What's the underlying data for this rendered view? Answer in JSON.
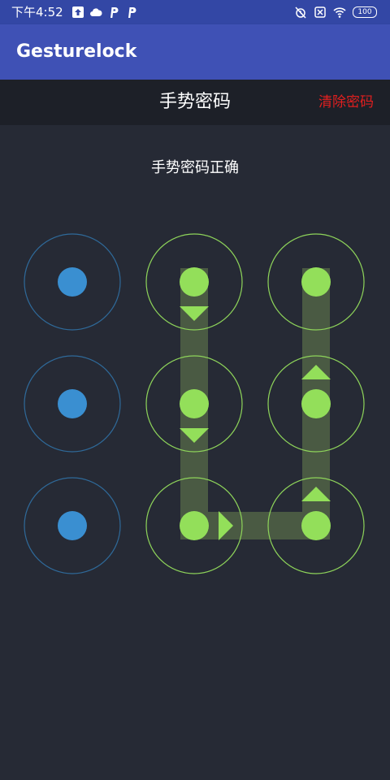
{
  "status_bar": {
    "time": "下午4:52",
    "battery": "100",
    "left_icons": [
      "upload-icon",
      "cloud-icon",
      "p-app-icon",
      "p-app-icon"
    ],
    "right_icons": [
      "alarm-off-icon",
      "sim-disabled-icon",
      "wifi-icon",
      "battery-icon"
    ]
  },
  "app_bar": {
    "title": "Gesturelock"
  },
  "header": {
    "title": "手势密码",
    "clear_label": "清除密码"
  },
  "message": "手势密码正确",
  "gesture": {
    "grid_size": 3,
    "pattern": [
      1,
      4,
      7,
      8,
      5,
      2
    ],
    "colors": {
      "idle_ring": "#2f6a9a",
      "idle_dot": "#3a8fd1",
      "active_ring": "#8ed45a",
      "active_dot": "#93df5a",
      "path": "#4a5a43",
      "arrow": "#93df5a"
    }
  },
  "colors": {
    "status_bar": "#3347a5",
    "app_bar": "#3f51b5",
    "header_bg": "#1d2028",
    "background": "#262a35",
    "clear_text": "#e01f1f"
  }
}
